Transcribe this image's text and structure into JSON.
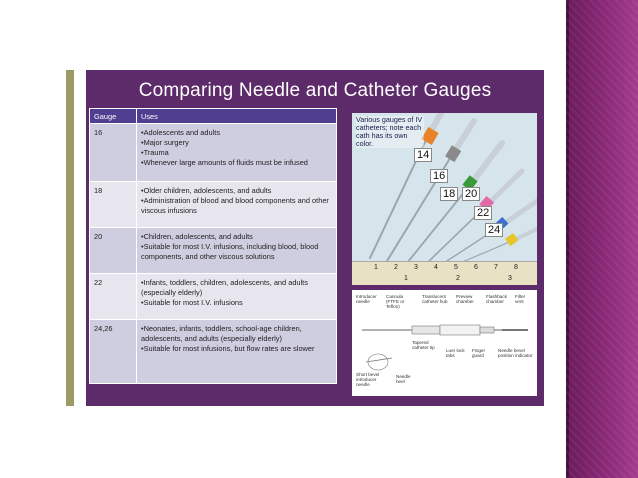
{
  "slide": {
    "title": "Comparing Needle and Catheter Gauges",
    "table": {
      "headers": [
        "Gauge",
        "Uses"
      ],
      "rows": [
        {
          "gauge": "16",
          "uses": [
            "•Adolescents and adults",
            "•Major surgery",
            "•Trauma",
            "•Whenever large amounts of fluids must be infused"
          ]
        },
        {
          "gauge": "18",
          "uses": [
            "•Older children, adolescents, and adults",
            "•Administration of blood and blood components and other viscous infusions"
          ]
        },
        {
          "gauge": "20",
          "uses": [
            "•Children, adolescents, and adults",
            "•Suitable for most I.V. infusions, including blood, blood components, and other viscous solutions"
          ]
        },
        {
          "gauge": "22",
          "uses": [
            "•Infants, toddlers, children, adolescents, and adults (especially elderly)",
            "•Suitable for most I.V. infusions"
          ]
        },
        {
          "gauge": "24,26",
          "uses": [
            "•Neonates, infants, toddlers, school-age children, adolescents, and adults (especially elderly)",
            "•Suitable for most infusions, but flow rates are slower"
          ]
        }
      ]
    },
    "photo": {
      "caption": "Various gauges of IV catheters; note each cath has its own color.",
      "gauge_labels": [
        "14",
        "16",
        "18",
        "20",
        "22",
        "24"
      ],
      "ruler_numbers": [
        "1",
        "2",
        "3",
        "4",
        "5",
        "6",
        "7",
        "8",
        "1",
        "2",
        "3"
      ]
    },
    "diagram": {
      "labels": {
        "introducer_needle": "Introducer needle",
        "cannula": "Cannula (FTFE or Teflon)",
        "translucent_hub": "Translucent catheter hub",
        "preview_chamber": "Preview chamber",
        "flashback_chamber": "Flashback chamber",
        "filter_vent": "Filter vent",
        "tapered_tip": "Tapered catheter tip",
        "luer_lock": "Luer lock tabs",
        "finger_guard": "Finger guard",
        "needle_bevel": "Needle bevel position indicator",
        "short_bevel": "Short bevel introducer needle",
        "needle_heel": "Needle heel"
      }
    }
  }
}
